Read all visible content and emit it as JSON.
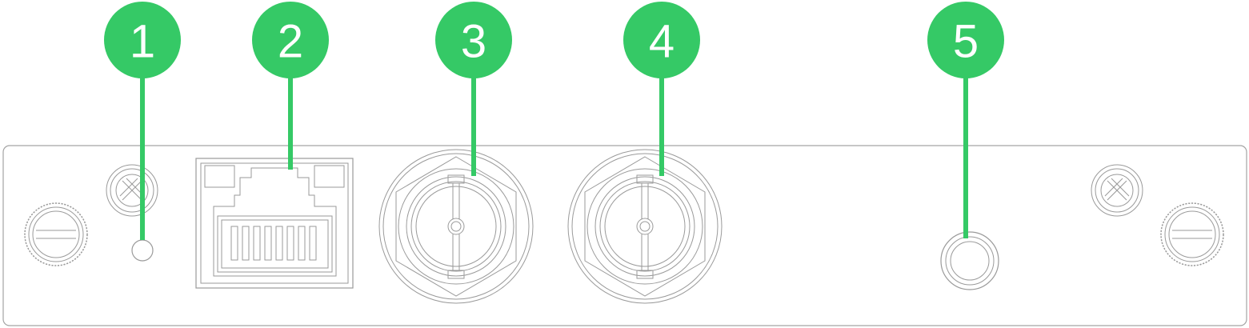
{
  "colors": {
    "callout": "#35c966",
    "outline": "#9a9a9a",
    "background": "#ffffff"
  },
  "callouts": [
    {
      "label": "1",
      "target": "led-indicator"
    },
    {
      "label": "2",
      "target": "rj45-port"
    },
    {
      "label": "3",
      "target": "bnc-connector-1"
    },
    {
      "label": "4",
      "target": "bnc-connector-2"
    },
    {
      "label": "5",
      "target": "round-port"
    }
  ]
}
